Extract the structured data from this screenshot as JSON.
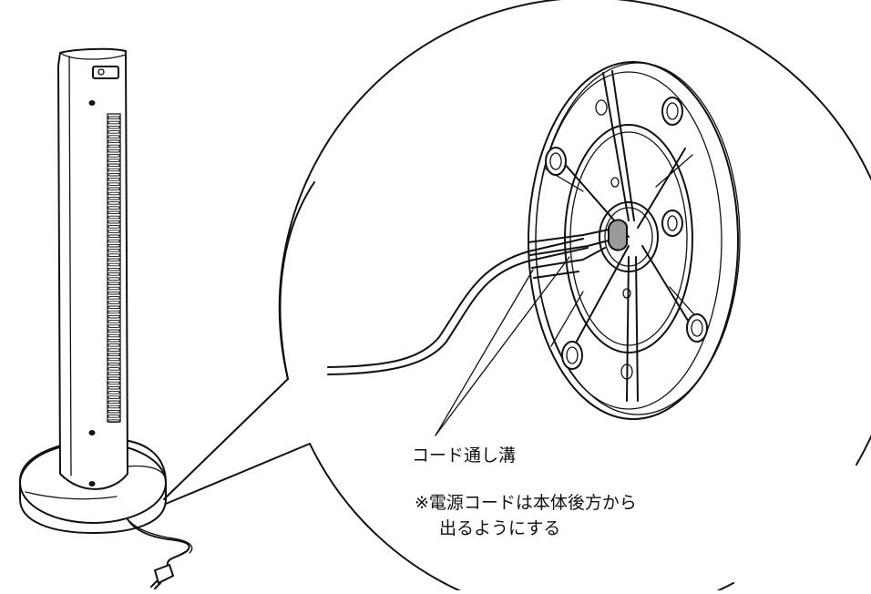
{
  "labels": {
    "cord_groove": "コード通し溝",
    "note_line1": "※電源コードは本体後方から",
    "note_line2": "出るようにする"
  },
  "colors": {
    "line": "#111111",
    "background": "#ffffff",
    "cord_hole_fill": "#9a9a9a"
  },
  "illustration": {
    "product": "tower-fan",
    "detail_view": "base-underside-cord-groove"
  }
}
